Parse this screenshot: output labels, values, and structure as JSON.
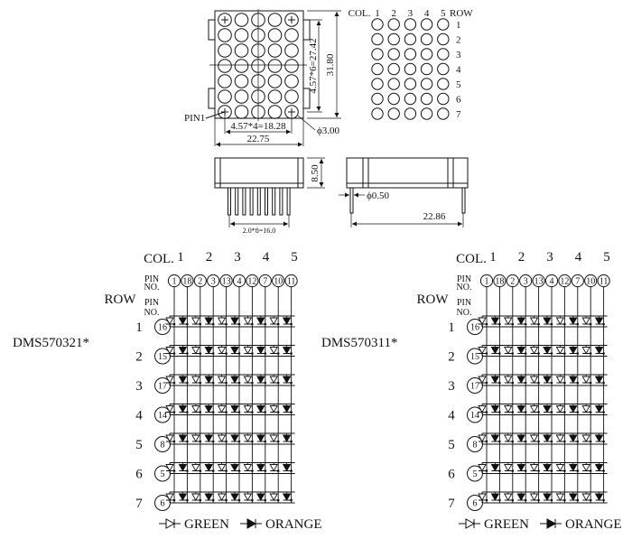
{
  "package": {
    "col_header": "COL.",
    "row_header": "ROW",
    "col_numbers": [
      "1",
      "2",
      "3",
      "4",
      "5"
    ],
    "row_numbers": [
      "1",
      "2",
      "3",
      "4",
      "5",
      "6",
      "7"
    ],
    "pin1_label": "PIN1",
    "dim_width": "22.75",
    "dim_col_pitch": "4.57*4=18.28",
    "dim_row_pitch": "4.57*6=27.42",
    "dim_height": "31.80",
    "dim_dot": "ϕ3.00",
    "dim_depth": "8.50",
    "dim_pin_pitch": "2.0*8=16.0",
    "dim_pin_dia": "ϕ0.50",
    "dim_pin_len": "22.86"
  },
  "schematics": [
    {
      "part": "DMS570321*",
      "col_label": "COL.",
      "row_label": "ROW",
      "pin_label_a": "PIN",
      "pin_label_b": "NO.",
      "col_numbers": [
        "1",
        "2",
        "3",
        "4",
        "5"
      ],
      "col_pins": [
        "1",
        "18",
        "2",
        "3",
        "13",
        "4",
        "12",
        "7",
        "10",
        "11"
      ],
      "row_numbers": [
        "1",
        "2",
        "3",
        "4",
        "5",
        "6",
        "7"
      ],
      "row_pins": [
        "16",
        "15",
        "17",
        "14",
        "8",
        "5",
        "6"
      ]
    },
    {
      "part": "DMS570311*",
      "col_label": "COL.",
      "row_label": "ROW",
      "pin_label_a": "PIN",
      "pin_label_b": "NO.",
      "col_numbers": [
        "1",
        "2",
        "3",
        "4",
        "5"
      ],
      "col_pins": [
        "1",
        "18",
        "2",
        "3",
        "13",
        "4",
        "12",
        "7",
        "10",
        "11"
      ],
      "row_numbers": [
        "1",
        "2",
        "3",
        "4",
        "5",
        "6",
        "7"
      ],
      "row_pins": [
        "16",
        "15",
        "17",
        "14",
        "8",
        "5",
        "6"
      ]
    }
  ],
  "legend": {
    "green": "GREEN",
    "orange": "ORANGE"
  }
}
